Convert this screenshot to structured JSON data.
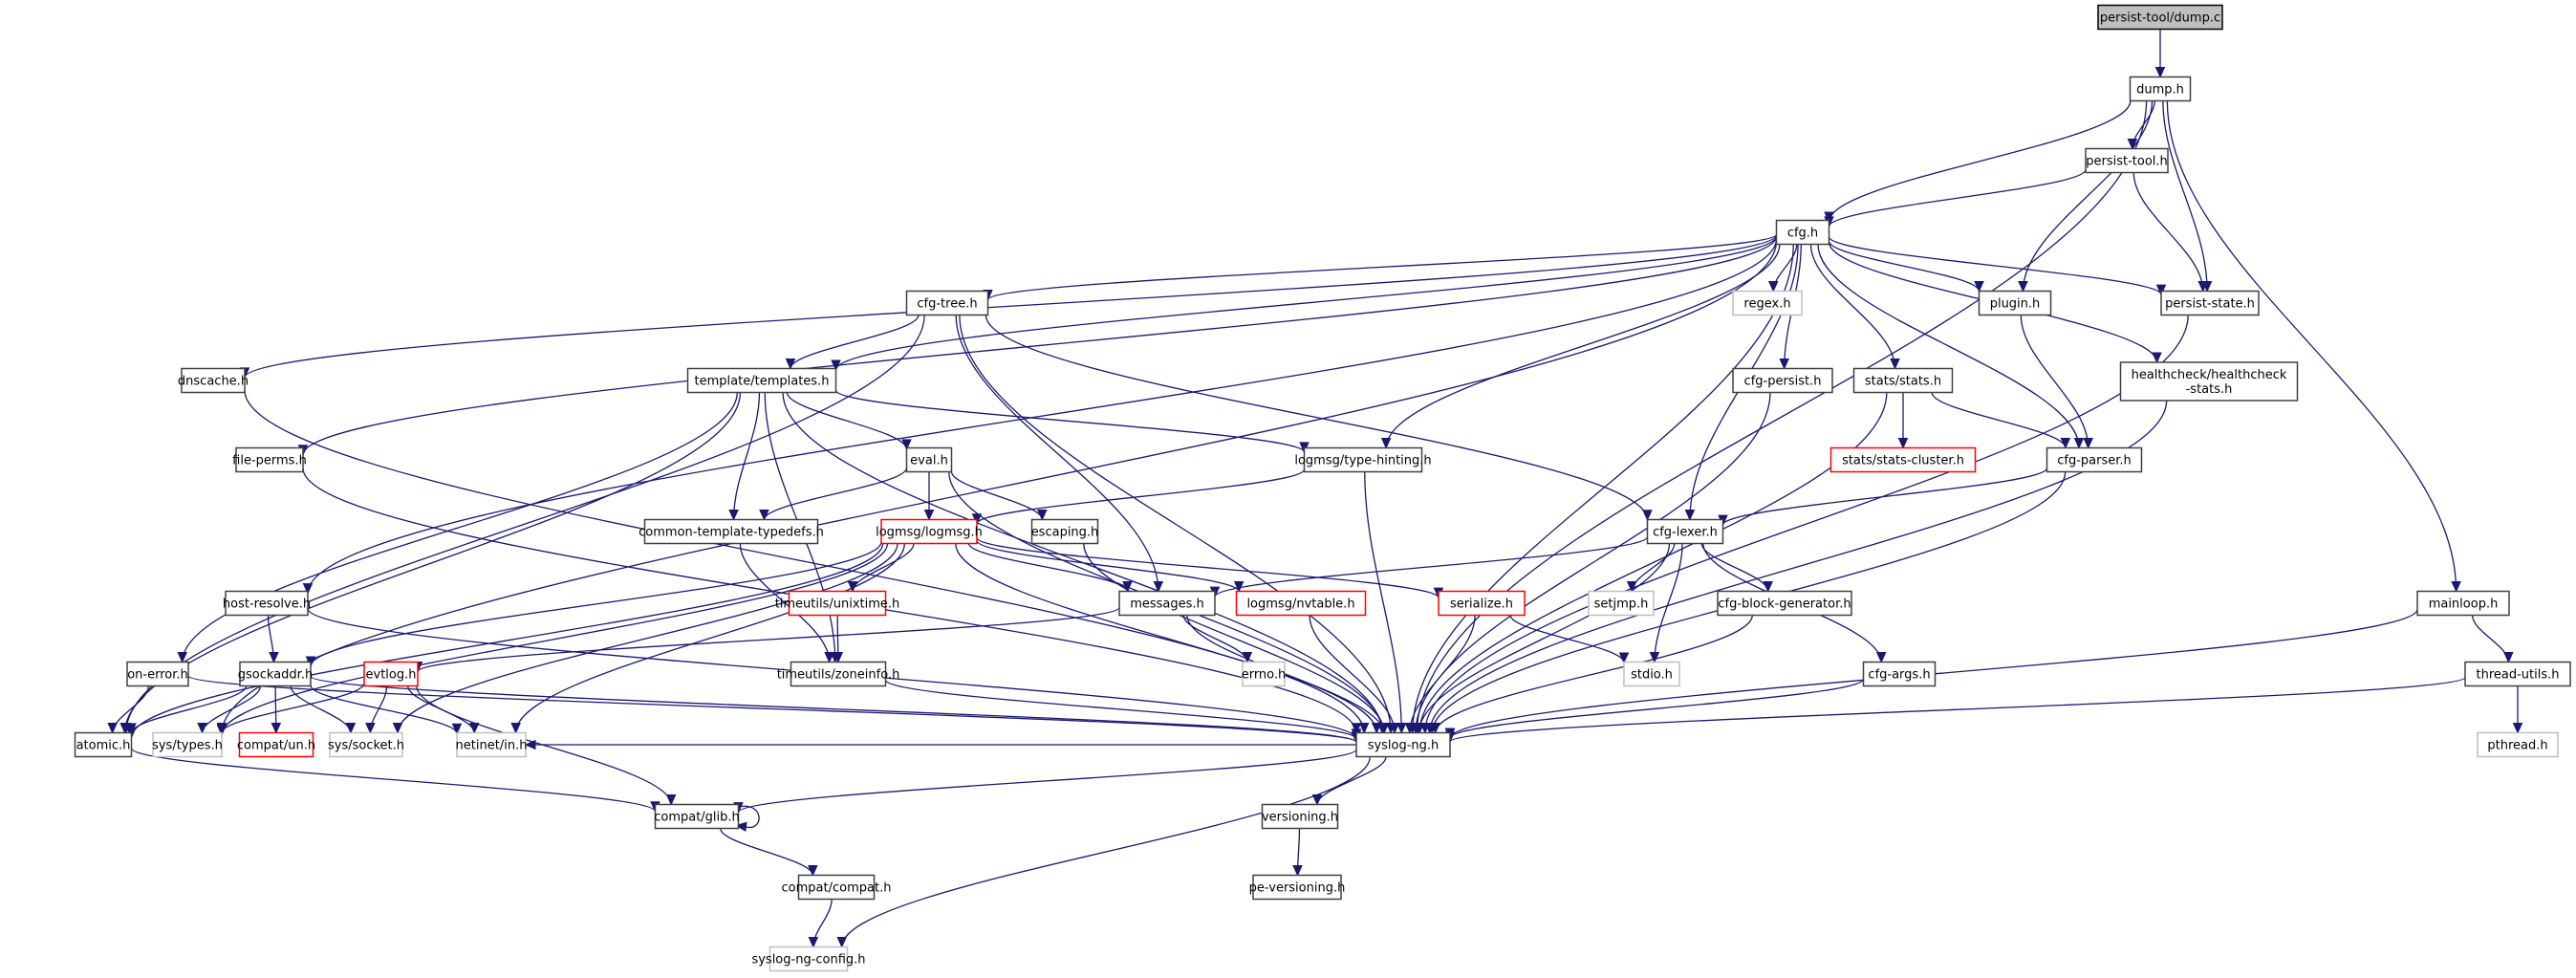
{
  "title": "persist-tool/dump.c include dependency graph",
  "colors": {
    "edge": "#191970",
    "root_fill": "#bfbfbf",
    "node_border": "#404040",
    "external_border": "#bfbfbf",
    "incomplete_border": "#ff0000"
  },
  "nodes": [
    {
      "id": "dump_c",
      "label": "persist-tool/dump.c",
      "kind": "root"
    },
    {
      "id": "dump_h",
      "label": "dump.h",
      "kind": "normal"
    },
    {
      "id": "persist_tool_h",
      "label": "persist-tool.h",
      "kind": "normal"
    },
    {
      "id": "cfg_h",
      "label": "cfg.h",
      "kind": "normal"
    },
    {
      "id": "regex_h",
      "label": "regex.h",
      "kind": "external"
    },
    {
      "id": "plugin_h",
      "label": "plugin.h",
      "kind": "normal"
    },
    {
      "id": "persist_state_h",
      "label": "persist-state.h",
      "kind": "normal"
    },
    {
      "id": "cfg_tree_h",
      "label": "cfg-tree.h",
      "kind": "normal"
    },
    {
      "id": "dnscache_h",
      "label": "dnscache.h",
      "kind": "normal"
    },
    {
      "id": "templates_h",
      "label": "template/templates.h",
      "kind": "normal"
    },
    {
      "id": "cfg_persist_h",
      "label": "cfg-persist.h",
      "kind": "normal"
    },
    {
      "id": "stats_h",
      "label": "stats/stats.h",
      "kind": "normal"
    },
    {
      "id": "healthcheck_h",
      "label": "healthcheck/healthcheck\n-stats.h",
      "kind": "normal"
    },
    {
      "id": "file_perms_h",
      "label": "file-perms.h",
      "kind": "normal"
    },
    {
      "id": "eval_h",
      "label": "eval.h",
      "kind": "normal"
    },
    {
      "id": "type_hinting_h",
      "label": "logmsg/type-hinting.h",
      "kind": "normal"
    },
    {
      "id": "stats_cluster_h",
      "label": "stats/stats-cluster.h",
      "kind": "incomplete"
    },
    {
      "id": "cfg_parser_h",
      "label": "cfg-parser.h",
      "kind": "normal"
    },
    {
      "id": "common_template_typedefs_h",
      "label": "common-template-typedefs.h",
      "kind": "normal"
    },
    {
      "id": "logmsg_h",
      "label": "logmsg/logmsg.h",
      "kind": "incomplete"
    },
    {
      "id": "escaping_h",
      "label": "escaping.h",
      "kind": "normal"
    },
    {
      "id": "cfg_lexer_h",
      "label": "cfg-lexer.h",
      "kind": "normal"
    },
    {
      "id": "host_resolve_h",
      "label": "host-resolve.h",
      "kind": "normal"
    },
    {
      "id": "unixtime_h",
      "label": "timeutils/unixtime.h",
      "kind": "incomplete"
    },
    {
      "id": "messages_h",
      "label": "messages.h",
      "kind": "normal"
    },
    {
      "id": "nvtable_h",
      "label": "logmsg/nvtable.h",
      "kind": "incomplete"
    },
    {
      "id": "serialize_h",
      "label": "serialize.h",
      "kind": "incomplete"
    },
    {
      "id": "setjmp_h",
      "label": "setjmp.h",
      "kind": "external"
    },
    {
      "id": "cfg_block_generator_h",
      "label": "cfg-block-generator.h",
      "kind": "normal"
    },
    {
      "id": "mainloop_h",
      "label": "mainloop.h",
      "kind": "normal"
    },
    {
      "id": "on_error_h",
      "label": "on-error.h",
      "kind": "normal"
    },
    {
      "id": "gsockaddr_h",
      "label": "gsockaddr.h",
      "kind": "normal"
    },
    {
      "id": "evtlog_h",
      "label": "evtlog.h",
      "kind": "incomplete"
    },
    {
      "id": "zoneinfo_h",
      "label": "timeutils/zoneinfo.h",
      "kind": "normal"
    },
    {
      "id": "errno_h",
      "label": "errno.h",
      "kind": "external"
    },
    {
      "id": "stdio_h",
      "label": "stdio.h",
      "kind": "external"
    },
    {
      "id": "cfg_args_h",
      "label": "cfg-args.h",
      "kind": "normal"
    },
    {
      "id": "thread_utils_h",
      "label": "thread-utils.h",
      "kind": "normal"
    },
    {
      "id": "atomic_h",
      "label": "atomic.h",
      "kind": "normal"
    },
    {
      "id": "sys_types_h",
      "label": "sys/types.h",
      "kind": "external"
    },
    {
      "id": "compat_un_h",
      "label": "compat/un.h",
      "kind": "incomplete"
    },
    {
      "id": "sys_socket_h",
      "label": "sys/socket.h",
      "kind": "external"
    },
    {
      "id": "netinet_in_h",
      "label": "netinet/in.h",
      "kind": "external"
    },
    {
      "id": "syslog_ng_h",
      "label": "syslog-ng.h",
      "kind": "normal"
    },
    {
      "id": "pthread_h",
      "label": "pthread.h",
      "kind": "external"
    },
    {
      "id": "compat_glib_h",
      "label": "compat/glib.h",
      "kind": "normal"
    },
    {
      "id": "versioning_h",
      "label": "versioning.h",
      "kind": "normal"
    },
    {
      "id": "compat_compat_h",
      "label": "compat/compat.h",
      "kind": "normal"
    },
    {
      "id": "pe_versioning_h",
      "label": "pe-versioning.h",
      "kind": "normal"
    },
    {
      "id": "syslog_ng_config_h",
      "label": "syslog-ng-config.h",
      "kind": "external"
    }
  ],
  "edges": [
    [
      "dump_c",
      "dump_h"
    ],
    [
      "dump_h",
      "persist_tool_h"
    ],
    [
      "dump_h",
      "cfg_h"
    ],
    [
      "dump_h",
      "plugin_h"
    ],
    [
      "dump_h",
      "persist_state_h"
    ],
    [
      "dump_h",
      "syslog_ng_h"
    ],
    [
      "dump_h",
      "mainloop_h"
    ],
    [
      "persist_tool_h",
      "cfg_h"
    ],
    [
      "persist_tool_h",
      "persist_state_h"
    ],
    [
      "cfg_h",
      "regex_h"
    ],
    [
      "cfg_h",
      "plugin_h"
    ],
    [
      "cfg_h",
      "persist_state_h"
    ],
    [
      "cfg_h",
      "cfg_tree_h"
    ],
    [
      "cfg_h",
      "dnscache_h"
    ],
    [
      "cfg_h",
      "templates_h"
    ],
    [
      "cfg_h",
      "cfg_persist_h"
    ],
    [
      "cfg_h",
      "stats_h"
    ],
    [
      "cfg_h",
      "healthcheck_h"
    ],
    [
      "cfg_h",
      "file_perms_h"
    ],
    [
      "cfg_h",
      "type_hinting_h"
    ],
    [
      "cfg_h",
      "cfg_parser_h"
    ],
    [
      "cfg_h",
      "cfg_lexer_h"
    ],
    [
      "cfg_h",
      "host_resolve_h"
    ],
    [
      "cfg_h",
      "sys_types_h"
    ],
    [
      "cfg_h",
      "syslog_ng_h"
    ],
    [
      "plugin_h",
      "cfg_parser_h"
    ],
    [
      "persist_state_h",
      "syslog_ng_h"
    ],
    [
      "cfg_tree_h",
      "templates_h"
    ],
    [
      "cfg_tree_h",
      "cfg_lexer_h"
    ],
    [
      "cfg_tree_h",
      "messages_h"
    ],
    [
      "cfg_tree_h",
      "atomic_h"
    ],
    [
      "cfg_tree_h",
      "syslog_ng_h"
    ],
    [
      "dnscache_h",
      "syslog_ng_h"
    ],
    [
      "templates_h",
      "eval_h"
    ],
    [
      "templates_h",
      "type_hinting_h"
    ],
    [
      "templates_h",
      "common_template_typedefs_h"
    ],
    [
      "templates_h",
      "zoneinfo_h"
    ],
    [
      "templates_h",
      "atomic_h"
    ],
    [
      "templates_h",
      "on_error_h"
    ],
    [
      "templates_h",
      "syslog_ng_h"
    ],
    [
      "cfg_persist_h",
      "syslog_ng_h"
    ],
    [
      "stats_h",
      "stats_cluster_h"
    ],
    [
      "stats_h",
      "cfg_parser_h"
    ],
    [
      "stats_h",
      "syslog_ng_h"
    ],
    [
      "healthcheck_h",
      "syslog_ng_h"
    ],
    [
      "file_perms_h",
      "syslog_ng_h"
    ],
    [
      "eval_h",
      "logmsg_h"
    ],
    [
      "eval_h",
      "escaping_h"
    ],
    [
      "eval_h",
      "common_template_typedefs_h"
    ],
    [
      "eval_h",
      "syslog_ng_h"
    ],
    [
      "type_hinting_h",
      "logmsg_h"
    ],
    [
      "type_hinting_h",
      "syslog_ng_h"
    ],
    [
      "cfg_parser_h",
      "cfg_lexer_h"
    ],
    [
      "cfg_parser_h",
      "syslog_ng_h"
    ],
    [
      "common_template_typedefs_h",
      "zoneinfo_h"
    ],
    [
      "logmsg_h",
      "unixtime_h"
    ],
    [
      "logmsg_h",
      "messages_h"
    ],
    [
      "logmsg_h",
      "nvtable_h"
    ],
    [
      "logmsg_h",
      "serialize_h"
    ],
    [
      "logmsg_h",
      "gsockaddr_h"
    ],
    [
      "logmsg_h",
      "atomic_h"
    ],
    [
      "logmsg_h",
      "sys_types_h"
    ],
    [
      "logmsg_h",
      "sys_socket_h"
    ],
    [
      "logmsg_h",
      "netinet_in_h"
    ],
    [
      "logmsg_h",
      "syslog_ng_h"
    ],
    [
      "escaping_h",
      "syslog_ng_h"
    ],
    [
      "cfg_lexer_h",
      "messages_h"
    ],
    [
      "cfg_lexer_h",
      "setjmp_h"
    ],
    [
      "cfg_lexer_h",
      "stdio_h"
    ],
    [
      "cfg_lexer_h",
      "cfg_block_generator_h"
    ],
    [
      "cfg_lexer_h",
      "cfg_args_h"
    ],
    [
      "cfg_lexer_h",
      "syslog_ng_h"
    ],
    [
      "host_resolve_h",
      "gsockaddr_h"
    ],
    [
      "host_resolve_h",
      "syslog_ng_h"
    ],
    [
      "unixtime_h",
      "zoneinfo_h"
    ],
    [
      "messages_h",
      "evtlog_h"
    ],
    [
      "messages_h",
      "errno_h"
    ],
    [
      "messages_h",
      "syslog_ng_h"
    ],
    [
      "nvtable_h",
      "syslog_ng_h"
    ],
    [
      "serialize_h",
      "syslog_ng_h"
    ],
    [
      "serialize_h",
      "stdio_h"
    ],
    [
      "cfg_block_generator_h",
      "syslog_ng_h"
    ],
    [
      "mainloop_h",
      "thread_utils_h"
    ],
    [
      "mainloop_h",
      "syslog_ng_h"
    ],
    [
      "on_error_h",
      "atomic_h"
    ],
    [
      "on_error_h",
      "syslog_ng_h"
    ],
    [
      "gsockaddr_h",
      "atomic_h"
    ],
    [
      "gsockaddr_h",
      "sys_types_h"
    ],
    [
      "gsockaddr_h",
      "compat_un_h"
    ],
    [
      "gsockaddr_h",
      "sys_socket_h"
    ],
    [
      "gsockaddr_h",
      "netinet_in_h"
    ],
    [
      "gsockaddr_h",
      "syslog_ng_h"
    ],
    [
      "evtlog_h",
      "sys_types_h"
    ],
    [
      "evtlog_h",
      "sys_socket_h"
    ],
    [
      "evtlog_h",
      "netinet_in_h"
    ],
    [
      "evtlog_h",
      "compat_glib_h"
    ],
    [
      "zoneinfo_h",
      "syslog_ng_h"
    ],
    [
      "cfg_args_h",
      "syslog_ng_h"
    ],
    [
      "thread_utils_h",
      "pthread_h"
    ],
    [
      "thread_utils_h",
      "syslog_ng_h"
    ],
    [
      "atomic_h",
      "compat_glib_h"
    ],
    [
      "syslog_ng_h",
      "netinet_in_h"
    ],
    [
      "syslog_ng_h",
      "compat_glib_h"
    ],
    [
      "syslog_ng_h",
      "versioning_h"
    ],
    [
      "syslog_ng_h",
      "syslog_ng_config_h"
    ],
    [
      "compat_glib_h",
      "compat_glib_h"
    ],
    [
      "compat_glib_h",
      "compat_compat_h"
    ],
    [
      "versioning_h",
      "pe_versioning_h"
    ],
    [
      "compat_compat_h",
      "syslog_ng_config_h"
    ]
  ]
}
